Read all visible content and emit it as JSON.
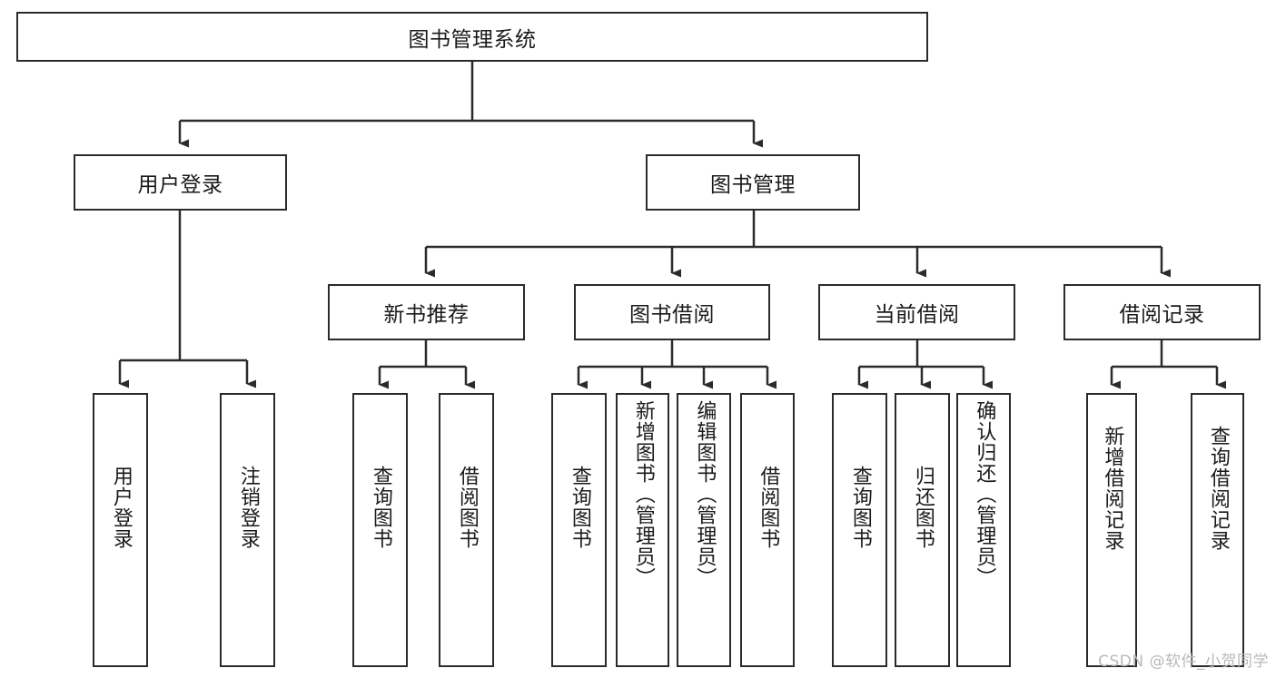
{
  "diagram": {
    "title": "图书管理系统",
    "type": "hierarchy-tree",
    "root": {
      "id": "root",
      "label": "图书管理系统"
    },
    "level2": [
      {
        "id": "user-login",
        "label": "用户登录"
      },
      {
        "id": "book-manage",
        "label": "图书管理"
      }
    ],
    "level3": [
      {
        "id": "new-book-recommend",
        "label": "新书推荐"
      },
      {
        "id": "book-borrow",
        "label": "图书借阅"
      },
      {
        "id": "current-borrow",
        "label": "当前借阅"
      },
      {
        "id": "borrow-record",
        "label": "借阅记录"
      }
    ],
    "leaves": {
      "user_login": [
        {
          "id": "leaf-user-login",
          "label": "用户登录"
        },
        {
          "id": "leaf-logout-login",
          "label": "注销登录"
        }
      ],
      "new_book_recommend": [
        {
          "id": "leaf-query-book-1",
          "label": "查询图书"
        },
        {
          "id": "leaf-borrow-book-1",
          "label": "借阅图书"
        }
      ],
      "book_borrow": [
        {
          "id": "leaf-query-book-2",
          "label": "查询图书"
        },
        {
          "id": "leaf-add-book",
          "label": "新增图书（管理员）"
        },
        {
          "id": "leaf-edit-book",
          "label": "编辑图书（管理员）"
        },
        {
          "id": "leaf-borrow-book-2",
          "label": "借阅图书"
        }
      ],
      "current_borrow": [
        {
          "id": "leaf-query-book-3",
          "label": "查询图书"
        },
        {
          "id": "leaf-return-book",
          "label": "归还图书"
        },
        {
          "id": "leaf-confirm-return",
          "label": "确认归还（管理员）"
        }
      ],
      "borrow_record": [
        {
          "id": "leaf-add-record",
          "label": "新增借阅记录"
        },
        {
          "id": "leaf-query-record",
          "label": "查询借阅记录"
        }
      ]
    }
  },
  "watermark": {
    "text": "CSDN @软件_小贺同学"
  },
  "colors": {
    "stroke": "#2b2b2b",
    "background": "#ffffff",
    "text": "#1a1a1a",
    "watermark": "#b9b9b9"
  }
}
